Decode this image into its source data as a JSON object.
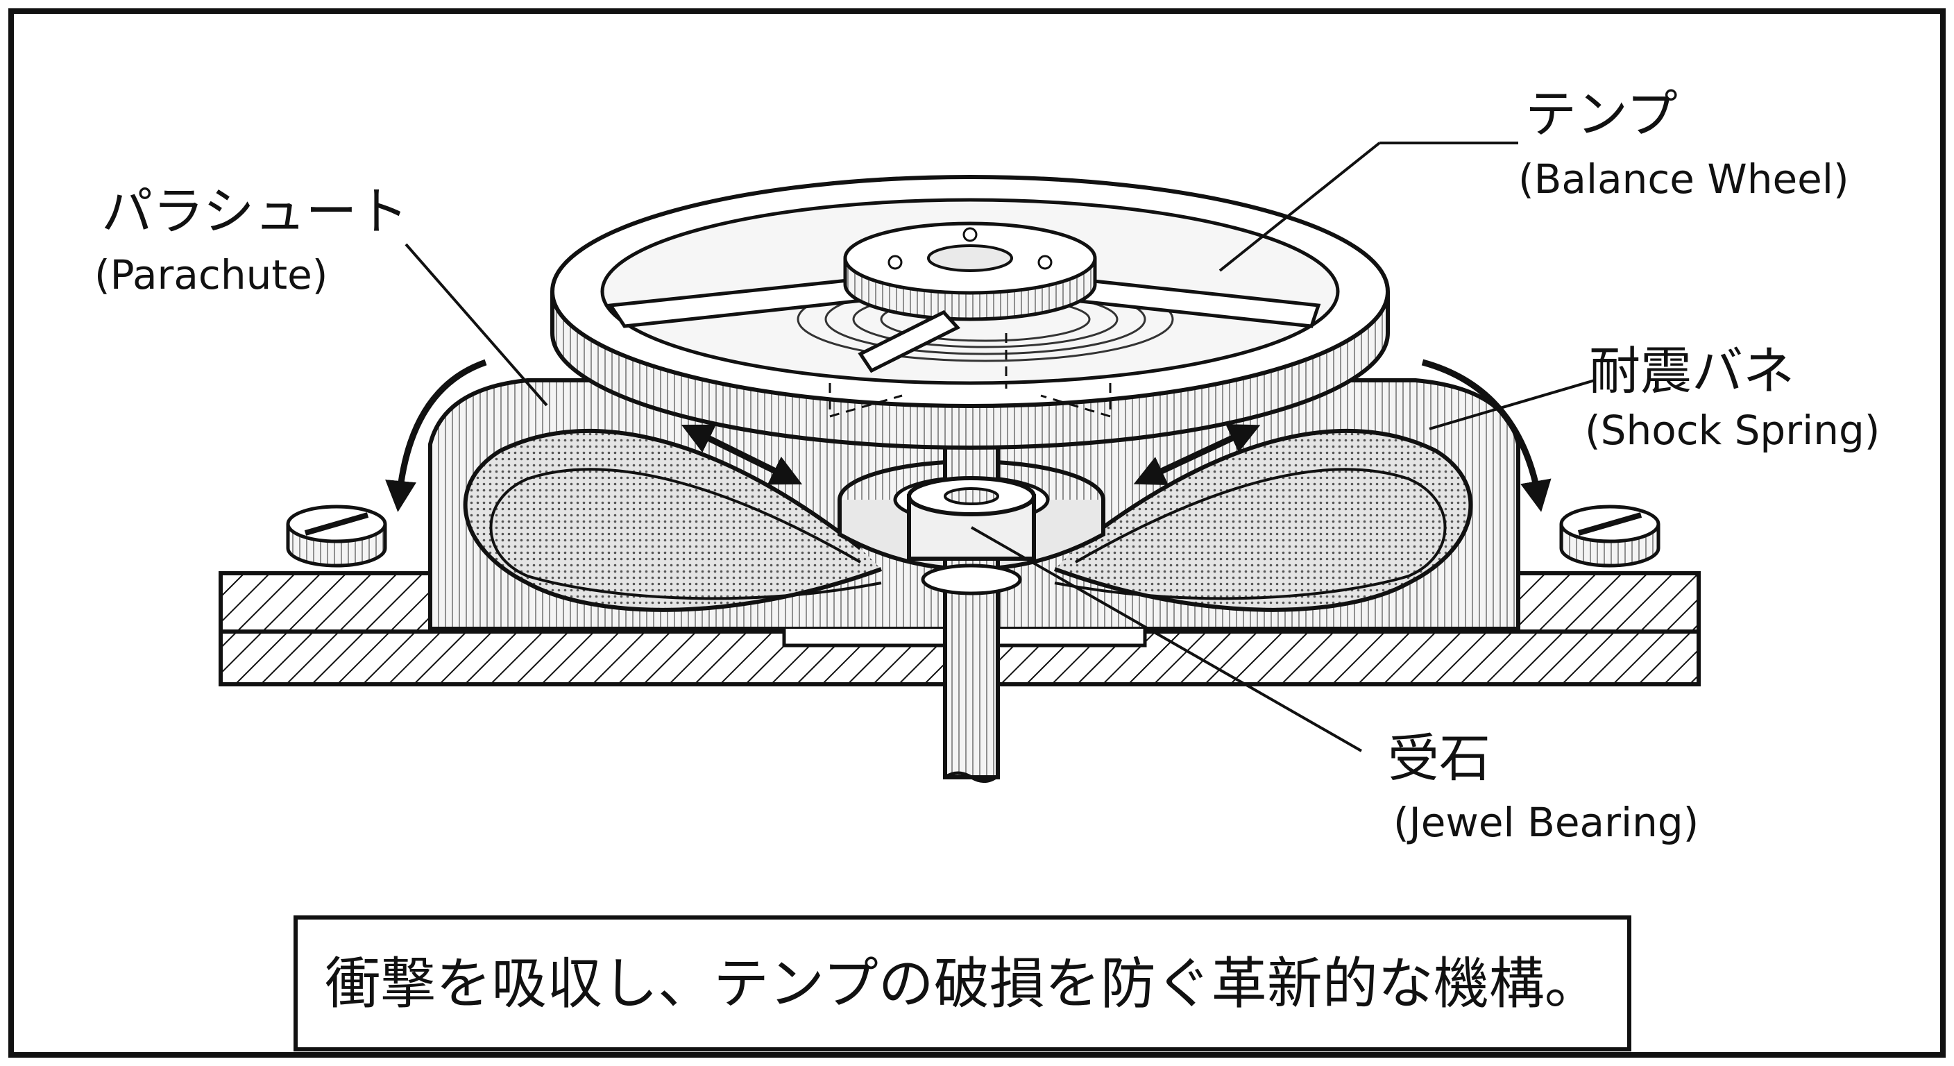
{
  "labels": {
    "balance_wheel": {
      "jp": "テンプ",
      "en": "(Balance Wheel)"
    },
    "parachute": {
      "jp": "パラシュート",
      "en": "(Parachute)"
    },
    "shock_spring": {
      "jp": "耐震バネ",
      "en": "(Shock Spring)"
    },
    "jewel_bearing": {
      "jp": "受石",
      "en": "(Jewel Bearing)"
    }
  },
  "caption": "衝撃を吸収し、テンプの破損を防ぐ革新的な機構。",
  "icons": [
    "screw-left-icon",
    "screw-right-icon",
    "motion-arrow-icon",
    "deflection-arrow-icon"
  ],
  "colors": {
    "ink": "#111111",
    "paper": "#ffffff",
    "spring_fill": "#cfcfcf"
  }
}
